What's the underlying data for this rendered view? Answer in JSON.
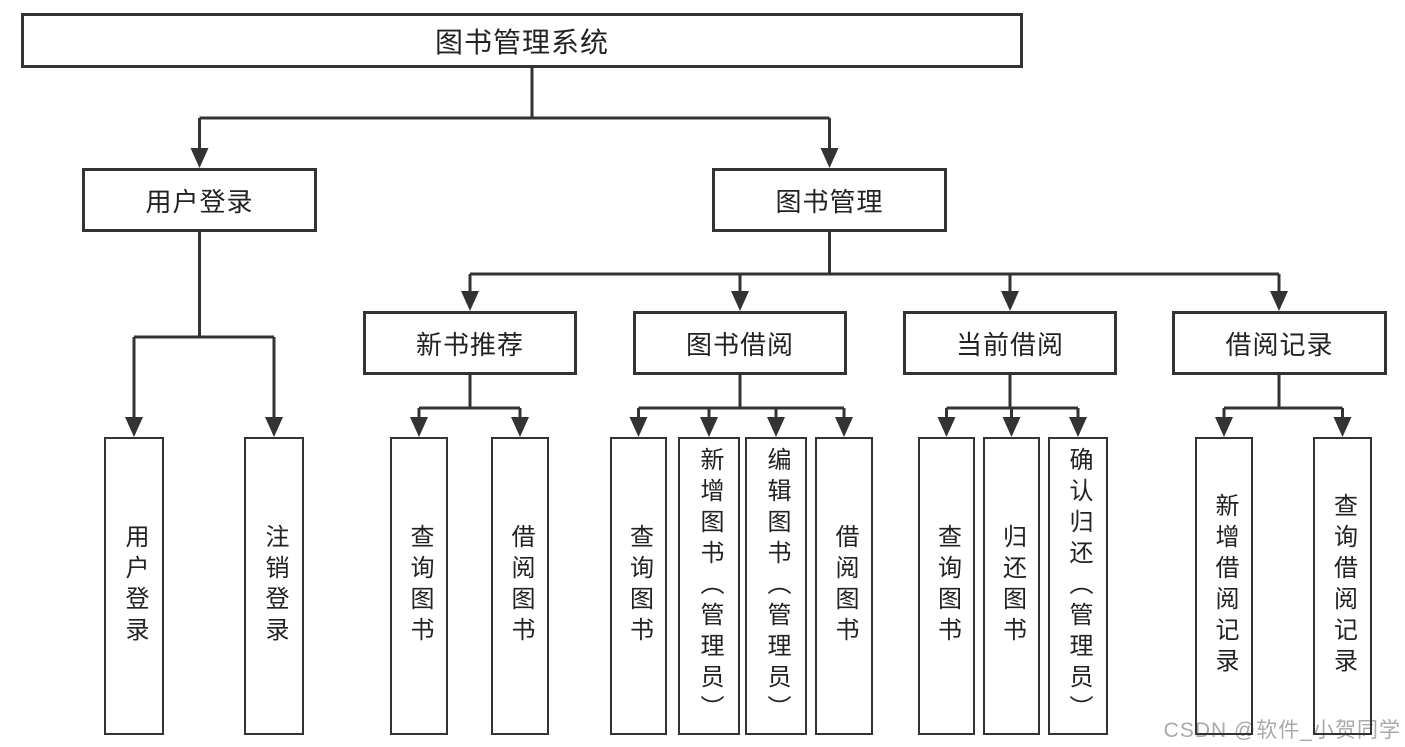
{
  "colors": {
    "line": "#333333",
    "box_border": "#333333",
    "box_fill": "#ffffff",
    "text": "#222222",
    "watermark": "#a9a9a9",
    "background": "#ffffff"
  },
  "root": {
    "label": "图书管理系统"
  },
  "level1": [
    {
      "label": "用户登录"
    },
    {
      "label": "图书管理"
    }
  ],
  "level2": [
    {
      "label": "新书推荐"
    },
    {
      "label": "图书借阅"
    },
    {
      "label": "当前借阅"
    },
    {
      "label": "借阅记录"
    }
  ],
  "leaves": {
    "user_login": [
      {
        "label": "用户登录"
      },
      {
        "label": "注销登录"
      }
    ],
    "new_book_rec": [
      {
        "label": "查询图书"
      },
      {
        "label": "借阅图书"
      }
    ],
    "book_borrow": [
      {
        "label": "查询图书"
      },
      {
        "label": "新增图书（管理员）"
      },
      {
        "label": "编辑图书（管理员）"
      },
      {
        "label": "借阅图书"
      }
    ],
    "current_borrow": [
      {
        "label": "查询图书"
      },
      {
        "label": "归还图书"
      },
      {
        "label": "确认归还（管理员）"
      }
    ],
    "borrow_records": [
      {
        "label": "新增借阅记录"
      },
      {
        "label": "查询借阅记录"
      }
    ]
  },
  "watermark": "CSDN @软件_小贺同学"
}
